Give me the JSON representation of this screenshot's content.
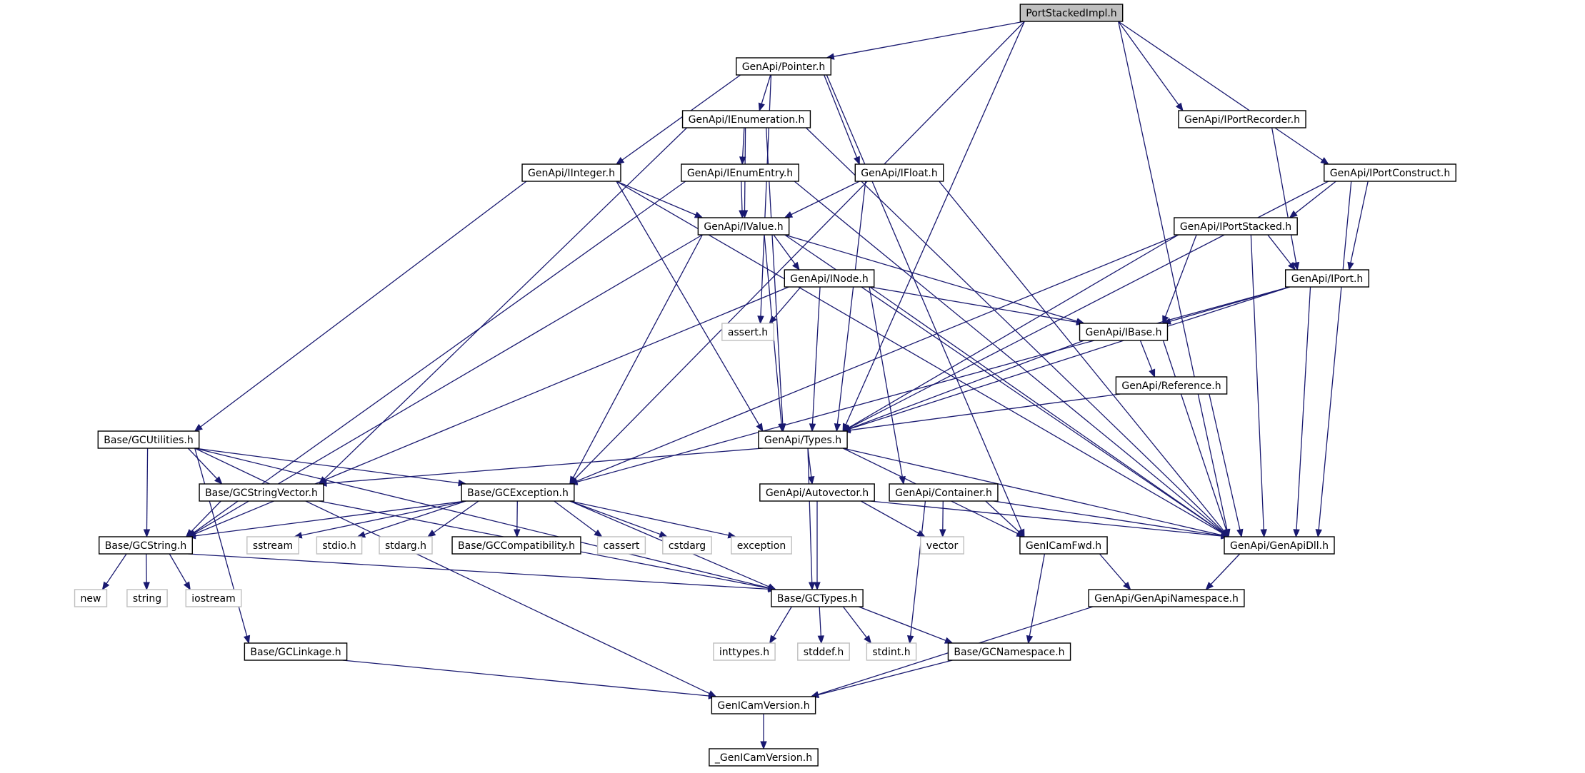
{
  "diagram": {
    "title": "",
    "colors": {
      "edge": "#191970",
      "root_fill": "#bfbfbf",
      "system_border": "#bfbfbf",
      "local_border": "#000000"
    },
    "nodes": [
      {
        "id": "PortStackedImpl",
        "label": "PortStackedImpl.h",
        "kind": "root"
      },
      {
        "id": "Pointer",
        "label": "GenApi/Pointer.h",
        "kind": "local"
      },
      {
        "id": "IEnumeration",
        "label": "GenApi/IEnumeration.h",
        "kind": "local"
      },
      {
        "id": "IPortRecorder",
        "label": "GenApi/IPortRecorder.h",
        "kind": "local"
      },
      {
        "id": "IInteger",
        "label": "GenApi/IInteger.h",
        "kind": "local"
      },
      {
        "id": "IEnumEntry",
        "label": "GenApi/IEnumEntry.h",
        "kind": "local"
      },
      {
        "id": "IFloat",
        "label": "GenApi/IFloat.h",
        "kind": "local"
      },
      {
        "id": "IPortConstruct",
        "label": "GenApi/IPortConstruct.h",
        "kind": "local"
      },
      {
        "id": "IValue",
        "label": "GenApi/IValue.h",
        "kind": "local"
      },
      {
        "id": "IPortStacked",
        "label": "GenApi/IPortStacked.h",
        "kind": "local"
      },
      {
        "id": "INode",
        "label": "GenApi/INode.h",
        "kind": "local"
      },
      {
        "id": "IPort",
        "label": "GenApi/IPort.h",
        "kind": "local"
      },
      {
        "id": "assert",
        "label": "assert.h",
        "kind": "system"
      },
      {
        "id": "IBase",
        "label": "GenApi/IBase.h",
        "kind": "local"
      },
      {
        "id": "Reference",
        "label": "GenApi/Reference.h",
        "kind": "local"
      },
      {
        "id": "GCUtilities",
        "label": "Base/GCUtilities.h",
        "kind": "local"
      },
      {
        "id": "Types",
        "label": "GenApi/Types.h",
        "kind": "local"
      },
      {
        "id": "GCStringVector",
        "label": "Base/GCStringVector.h",
        "kind": "local"
      },
      {
        "id": "GCException",
        "label": "Base/GCException.h",
        "kind": "local"
      },
      {
        "id": "Autovector",
        "label": "GenApi/Autovector.h",
        "kind": "local"
      },
      {
        "id": "Container",
        "label": "GenApi/Container.h",
        "kind": "local"
      },
      {
        "id": "GCString",
        "label": "Base/GCString.h",
        "kind": "local"
      },
      {
        "id": "sstream",
        "label": "sstream",
        "kind": "system"
      },
      {
        "id": "stdio",
        "label": "stdio.h",
        "kind": "system"
      },
      {
        "id": "stdarg",
        "label": "stdarg.h",
        "kind": "system"
      },
      {
        "id": "GCCompatibility",
        "label": "Base/GCCompatibility.h",
        "kind": "local"
      },
      {
        "id": "cassert",
        "label": "cassert",
        "kind": "system"
      },
      {
        "id": "cstdarg",
        "label": "cstdarg",
        "kind": "system"
      },
      {
        "id": "exception",
        "label": "exception",
        "kind": "system"
      },
      {
        "id": "vector",
        "label": "vector",
        "kind": "system"
      },
      {
        "id": "GenICamFwd",
        "label": "GenICamFwd.h",
        "kind": "local"
      },
      {
        "id": "GenApiDll",
        "label": "GenApi/GenApiDll.h",
        "kind": "local"
      },
      {
        "id": "new",
        "label": "new",
        "kind": "system"
      },
      {
        "id": "string",
        "label": "string",
        "kind": "system"
      },
      {
        "id": "iostream",
        "label": "iostream",
        "kind": "system"
      },
      {
        "id": "GCTypes",
        "label": "Base/GCTypes.h",
        "kind": "local"
      },
      {
        "id": "GenApiNamespace",
        "label": "GenApi/GenApiNamespace.h",
        "kind": "local"
      },
      {
        "id": "GCLinkage",
        "label": "Base/GCLinkage.h",
        "kind": "local"
      },
      {
        "id": "inttypes",
        "label": "inttypes.h",
        "kind": "system"
      },
      {
        "id": "stddef",
        "label": "stddef.h",
        "kind": "system"
      },
      {
        "id": "stdint",
        "label": "stdint.h",
        "kind": "system"
      },
      {
        "id": "GCNamespace",
        "label": "Base/GCNamespace.h",
        "kind": "local"
      },
      {
        "id": "GenICamVersion",
        "label": "GenICamVersion.h",
        "kind": "local"
      },
      {
        "id": "_GenICamVersion",
        "label": "_GenICamVersion.h",
        "kind": "local"
      }
    ],
    "edges": [
      [
        "PortStackedImpl",
        "Pointer"
      ],
      [
        "PortStackedImpl",
        "IPortRecorder"
      ],
      [
        "PortStackedImpl",
        "IPortConstruct"
      ],
      [
        "PortStackedImpl",
        "GenApiDll"
      ],
      [
        "PortStackedImpl",
        "Types"
      ],
      [
        "PortStackedImpl",
        "GCException"
      ],
      [
        "Pointer",
        "IEnumeration"
      ],
      [
        "Pointer",
        "IInteger"
      ],
      [
        "Pointer",
        "IFloat"
      ],
      [
        "Pointer",
        "assert"
      ],
      [
        "Pointer",
        "GenICamFwd"
      ],
      [
        "IEnumeration",
        "IEnumEntry"
      ],
      [
        "IEnumeration",
        "IValue"
      ],
      [
        "IEnumeration",
        "Types"
      ],
      [
        "IEnumeration",
        "GCStringVector"
      ],
      [
        "IEnumeration",
        "GenApiDll"
      ],
      [
        "IInteger",
        "IValue"
      ],
      [
        "IInteger",
        "Types"
      ],
      [
        "IInteger",
        "GCUtilities"
      ],
      [
        "IInteger",
        "GenApiDll"
      ],
      [
        "IEnumEntry",
        "IValue"
      ],
      [
        "IEnumEntry",
        "GCString"
      ],
      [
        "IEnumEntry",
        "GenApiDll"
      ],
      [
        "IFloat",
        "IValue"
      ],
      [
        "IFloat",
        "Types"
      ],
      [
        "IFloat",
        "GenApiDll"
      ],
      [
        "IPortRecorder",
        "IPort"
      ],
      [
        "IPortConstruct",
        "IPortStacked"
      ],
      [
        "IPortConstruct",
        "IPort"
      ],
      [
        "IPortConstruct",
        "Types"
      ],
      [
        "IPortConstruct",
        "GenApiDll"
      ],
      [
        "IValue",
        "INode"
      ],
      [
        "IValue",
        "IBase"
      ],
      [
        "IValue",
        "Types"
      ],
      [
        "IValue",
        "GCString"
      ],
      [
        "IValue",
        "GCException"
      ],
      [
        "IValue",
        "GenApiDll"
      ],
      [
        "IPortStacked",
        "IPort"
      ],
      [
        "IPortStacked",
        "IBase"
      ],
      [
        "IPortStacked",
        "Types"
      ],
      [
        "IPortStacked",
        "GCException"
      ],
      [
        "IPortStacked",
        "GenApiDll"
      ],
      [
        "INode",
        "IBase"
      ],
      [
        "INode",
        "assert"
      ],
      [
        "INode",
        "Types"
      ],
      [
        "INode",
        "Container"
      ],
      [
        "INode",
        "GCString"
      ],
      [
        "INode",
        "GenApiDll"
      ],
      [
        "IPort",
        "IBase"
      ],
      [
        "IPort",
        "Types"
      ],
      [
        "IPort",
        "GCException"
      ],
      [
        "IPort",
        "GenApiDll"
      ],
      [
        "IBase",
        "Reference"
      ],
      [
        "IBase",
        "Types"
      ],
      [
        "IBase",
        "GenApiDll"
      ],
      [
        "Reference",
        "Types"
      ],
      [
        "Reference",
        "GenApiDll"
      ],
      [
        "GCUtilities",
        "GCStringVector"
      ],
      [
        "GCUtilities",
        "GCException"
      ],
      [
        "GCUtilities",
        "GCString"
      ],
      [
        "GCUtilities",
        "GCTypes"
      ],
      [
        "GCUtilities",
        "GCLinkage"
      ],
      [
        "GCUtilities",
        "GenICamVersion"
      ],
      [
        "Types",
        "GCStringVector"
      ],
      [
        "Types",
        "Autovector"
      ],
      [
        "Types",
        "GenICamFwd"
      ],
      [
        "Types",
        "GenApiDll"
      ],
      [
        "Types",
        "GCTypes"
      ],
      [
        "GCStringVector",
        "GCString"
      ],
      [
        "GCStringVector",
        "GCTypes"
      ],
      [
        "GCException",
        "GCString"
      ],
      [
        "GCException",
        "sstream"
      ],
      [
        "GCException",
        "stdio"
      ],
      [
        "GCException",
        "stdarg"
      ],
      [
        "GCException",
        "GCCompatibility"
      ],
      [
        "GCException",
        "cassert"
      ],
      [
        "GCException",
        "cstdarg"
      ],
      [
        "GCException",
        "exception"
      ],
      [
        "GCException",
        "GCTypes"
      ],
      [
        "Autovector",
        "vector"
      ],
      [
        "Autovector",
        "GCTypes"
      ],
      [
        "Autovector",
        "GenApiDll"
      ],
      [
        "Container",
        "vector"
      ],
      [
        "Container",
        "GenICamFwd"
      ],
      [
        "Container",
        "GenApiDll"
      ],
      [
        "Container",
        "stdint"
      ],
      [
        "GenICamFwd",
        "GenApiNamespace"
      ],
      [
        "GenICamFwd",
        "GCNamespace"
      ],
      [
        "GenApiDll",
        "GenApiNamespace"
      ],
      [
        "GCString",
        "new"
      ],
      [
        "GCString",
        "string"
      ],
      [
        "GCString",
        "iostream"
      ],
      [
        "GCString",
        "GCTypes"
      ],
      [
        "GCTypes",
        "inttypes"
      ],
      [
        "GCTypes",
        "stddef"
      ],
      [
        "GCTypes",
        "stdint"
      ],
      [
        "GCTypes",
        "GCNamespace"
      ],
      [
        "GenApiNamespace",
        "GenICamVersion"
      ],
      [
        "GCLinkage",
        "GenICamVersion"
      ],
      [
        "GCNamespace",
        "GenICamVersion"
      ],
      [
        "GenICamVersion",
        "_GenICamVersion"
      ]
    ]
  }
}
